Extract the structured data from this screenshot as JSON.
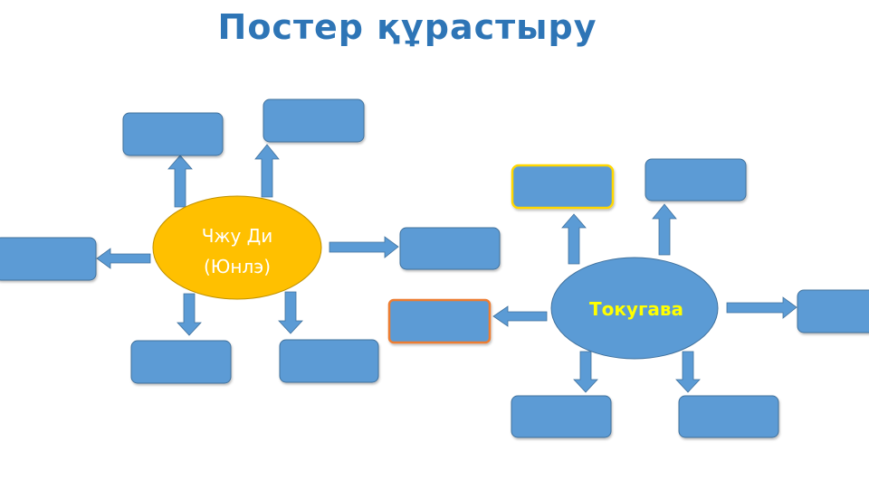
{
  "slide": {
    "title": "Постер құрастыру"
  },
  "colors": {
    "box_fill": "#5b9bd5",
    "box_stroke": "#41719c",
    "arrow_fill": "#5b9bd5",
    "left_center_fill": "#ffc000",
    "left_center_text": "#ffffff",
    "right_center_fill": "#5b9bd5",
    "right_center_text": "#ffff00",
    "highlight_yellow": "#ffd700",
    "highlight_orange": "#ed7d31"
  },
  "left_cluster": {
    "center_label_line1": "Чжу Ди",
    "center_label_line2": "(Юнлэ)",
    "outer_box_count": 6
  },
  "right_cluster": {
    "center_label": "Токугава",
    "outer_box_count": 6
  }
}
